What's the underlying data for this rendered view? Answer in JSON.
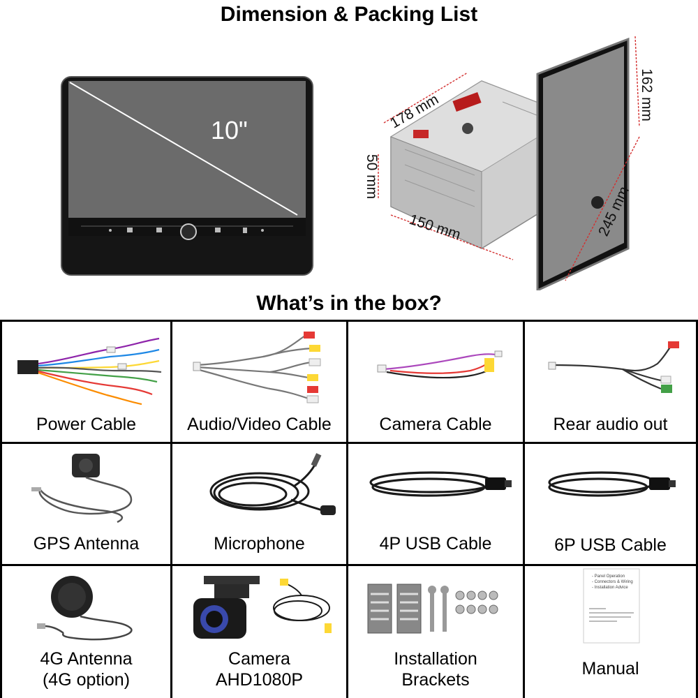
{
  "header": {
    "title": "Dimension & Packing List",
    "box_title": "What’s in the box?"
  },
  "unit": {
    "screen_size": "10\"",
    "dim_depth": "178 mm",
    "dim_height": "50 mm",
    "dim_width": "150 mm",
    "dim_screen_height": "162 mm",
    "dim_screen_width": "245 mm"
  },
  "items": [
    {
      "label": "Power Cable",
      "icon": "power-cable-icon"
    },
    {
      "label": "Audio/Video Cable",
      "icon": "av-cable-icon"
    },
    {
      "label": "Camera Cable",
      "icon": "camera-cable-icon"
    },
    {
      "label": "Rear audio out",
      "icon": "rear-audio-icon"
    },
    {
      "label": "GPS Antenna",
      "icon": "gps-antenna-icon"
    },
    {
      "label": "Microphone",
      "icon": "microphone-icon"
    },
    {
      "label": "4P USB Cable",
      "icon": "usb-cable-icon"
    },
    {
      "label": "6P USB Cable",
      "icon": "usb-cable-icon"
    },
    {
      "label": "4G Antenna",
      "label2": "(4G option)",
      "icon": "4g-antenna-icon"
    },
    {
      "label": "Camera",
      "label2": "AHD1080P",
      "icon": "camera-icon"
    },
    {
      "label": "Installation",
      "label2": "Brackets",
      "icon": "brackets-icon"
    },
    {
      "label": "Manual",
      "icon": "manual-icon"
    }
  ],
  "manual": {
    "lines": [
      "- Panel Operation",
      "- Connectors & Wiring",
      "- Installation Advice"
    ]
  },
  "colors": {
    "dimension_line": "#d32f2f",
    "grid_border": "#000000",
    "screen": "#6b6b6b"
  }
}
